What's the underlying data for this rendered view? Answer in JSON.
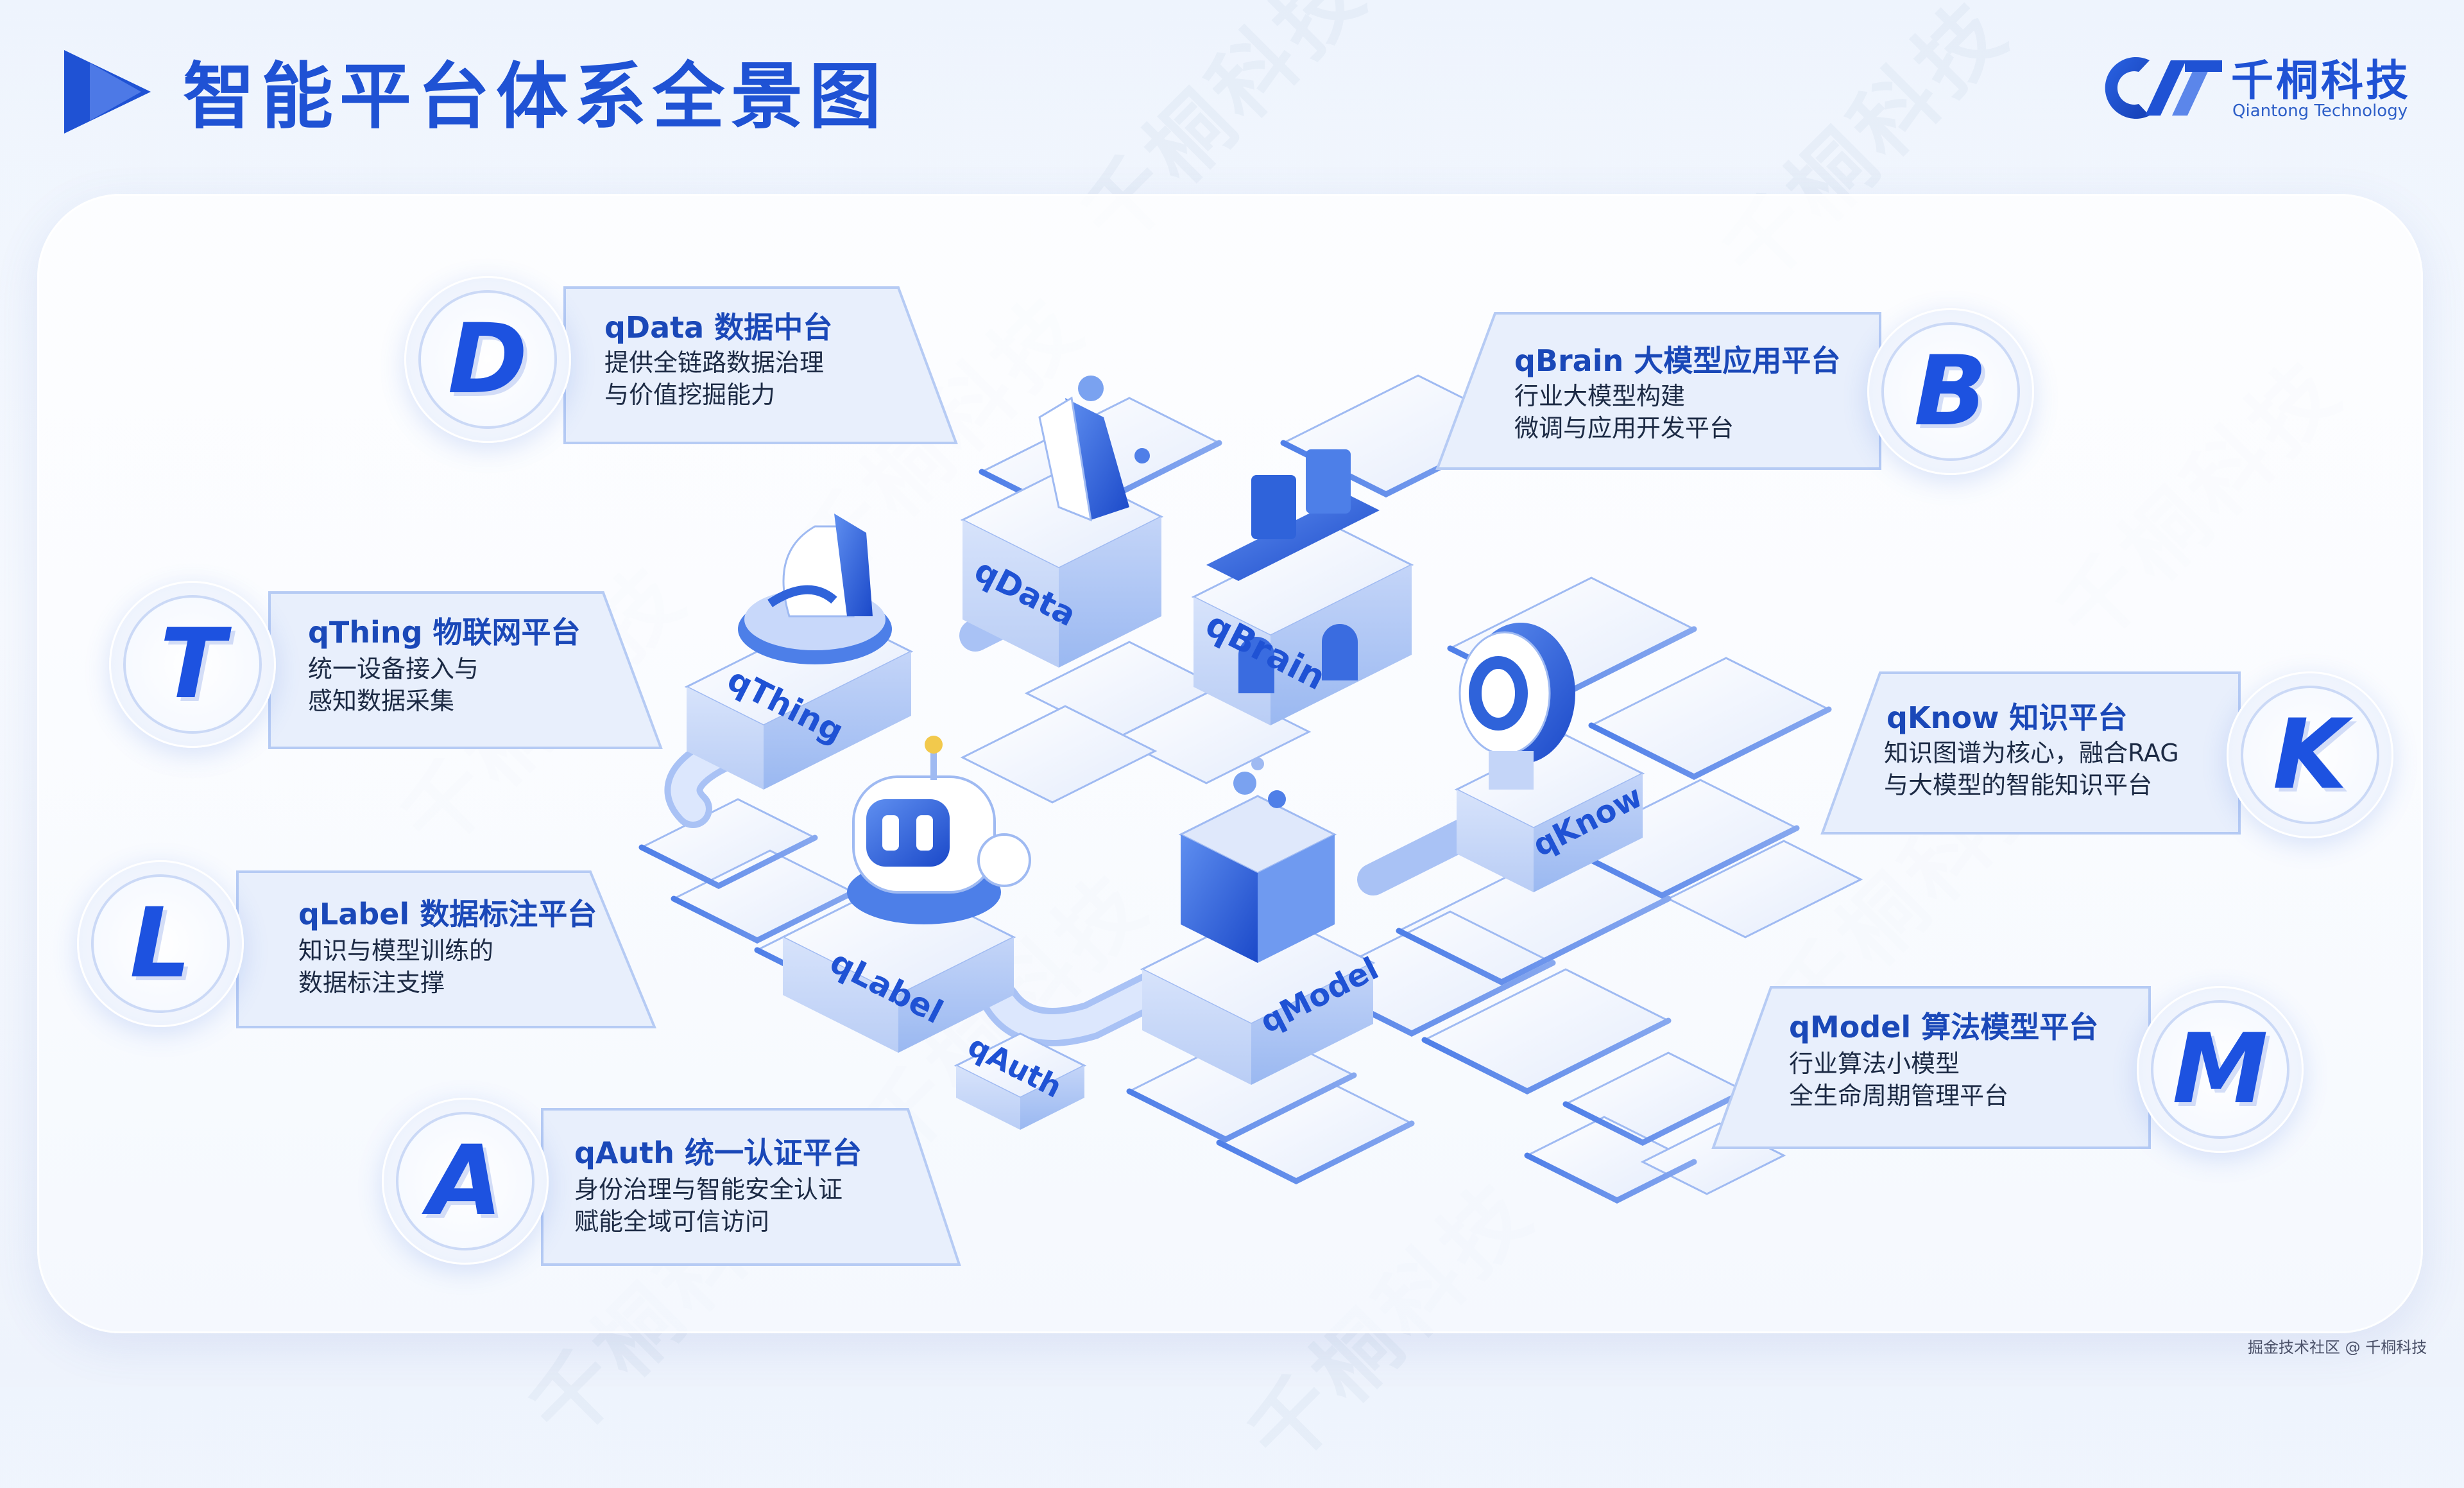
{
  "page": {
    "title": "智能平台体系全景图",
    "watermark_text": "千桐科技",
    "footer_credit": "掘金技术社区 @ 千桐科技"
  },
  "logo": {
    "name_cn": "千桐科技",
    "name_en": "Qiantong Technology"
  },
  "colors": {
    "accent": "#1f52d4",
    "accent_light": "#6f9af0",
    "card_fill": "#e8effc",
    "text": "#1c2a44"
  },
  "platforms": [
    {
      "id": "qdata",
      "badge": "D",
      "title": "qData 数据中台",
      "desc": [
        "提供全链路数据治理",
        "与价值挖掘能力"
      ]
    },
    {
      "id": "qbrain",
      "badge": "B",
      "title": "qBrain 大模型应用平台",
      "desc": [
        "行业大模型构建",
        "微调与应用开发平台"
      ]
    },
    {
      "id": "qthing",
      "badge": "T",
      "title": "qThing 物联网平台",
      "desc": [
        "统一设备接入与",
        "感知数据采集"
      ]
    },
    {
      "id": "qknow",
      "badge": "K",
      "title": "qKnow 知识平台",
      "desc": [
        "知识图谱为核心，融合RAG",
        "与大模型的智能知识平台"
      ]
    },
    {
      "id": "qlabel",
      "badge": "L",
      "title": "qLabel 数据标注平台",
      "desc": [
        "知识与模型训练的",
        "数据标注支撑"
      ]
    },
    {
      "id": "qmodel",
      "badge": "M",
      "title": "qModel 算法模型平台",
      "desc": [
        "行业算法小模型",
        "全生命周期管理平台"
      ]
    },
    {
      "id": "qauth",
      "badge": "A",
      "title": "qAuth 统一认证平台",
      "desc": [
        "身份治理与智能安全认证",
        "赋能全域可信访问"
      ]
    }
  ],
  "diagram_labels": {
    "qdata": "qData",
    "qbrain": "qBrain",
    "qthing": "qThing",
    "qknow": "qKnow",
    "qlabel": "qLabel",
    "qmodel": "qModel",
    "qauth": "qAuth"
  }
}
